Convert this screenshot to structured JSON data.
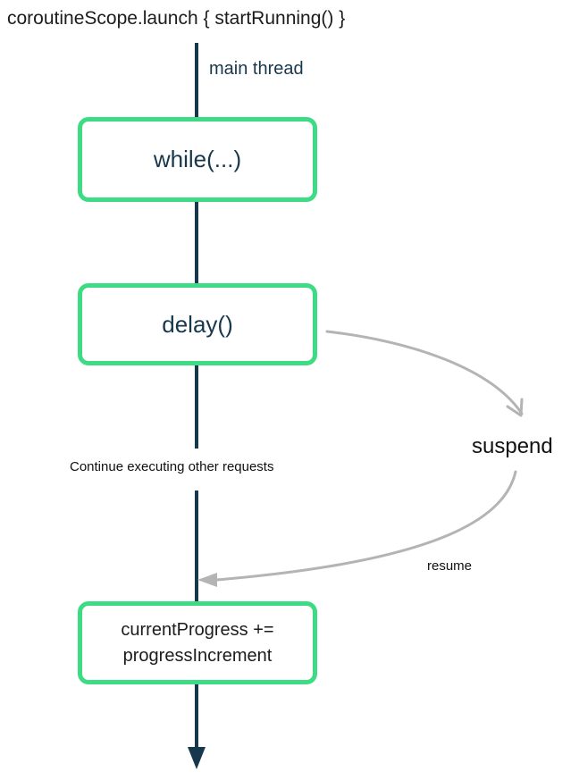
{
  "header": {
    "title": "coroutineScope.launch { startRunning() }"
  },
  "thread": {
    "label": "main thread"
  },
  "boxes": {
    "while": {
      "label": "while(...)"
    },
    "delay": {
      "label": "delay()"
    },
    "progress": {
      "line1": "currentProgress +=",
      "line2": "progressIncrement"
    }
  },
  "annotations": {
    "suspend": "suspend",
    "resume": "resume",
    "continue_note": "Continue executing other requests"
  },
  "icons": {
    "down_arrowhead": "main-thread-arrowhead",
    "suspend_arrowhead": "suspend-arrowhead",
    "resume_arrowhead": "resume-arrowhead"
  },
  "colors": {
    "box_border_green": "#3ddc84",
    "thread_line_teal": "#17384c",
    "arrow_gray": "#b4b4b4",
    "text_black": "#1c1c1c"
  }
}
